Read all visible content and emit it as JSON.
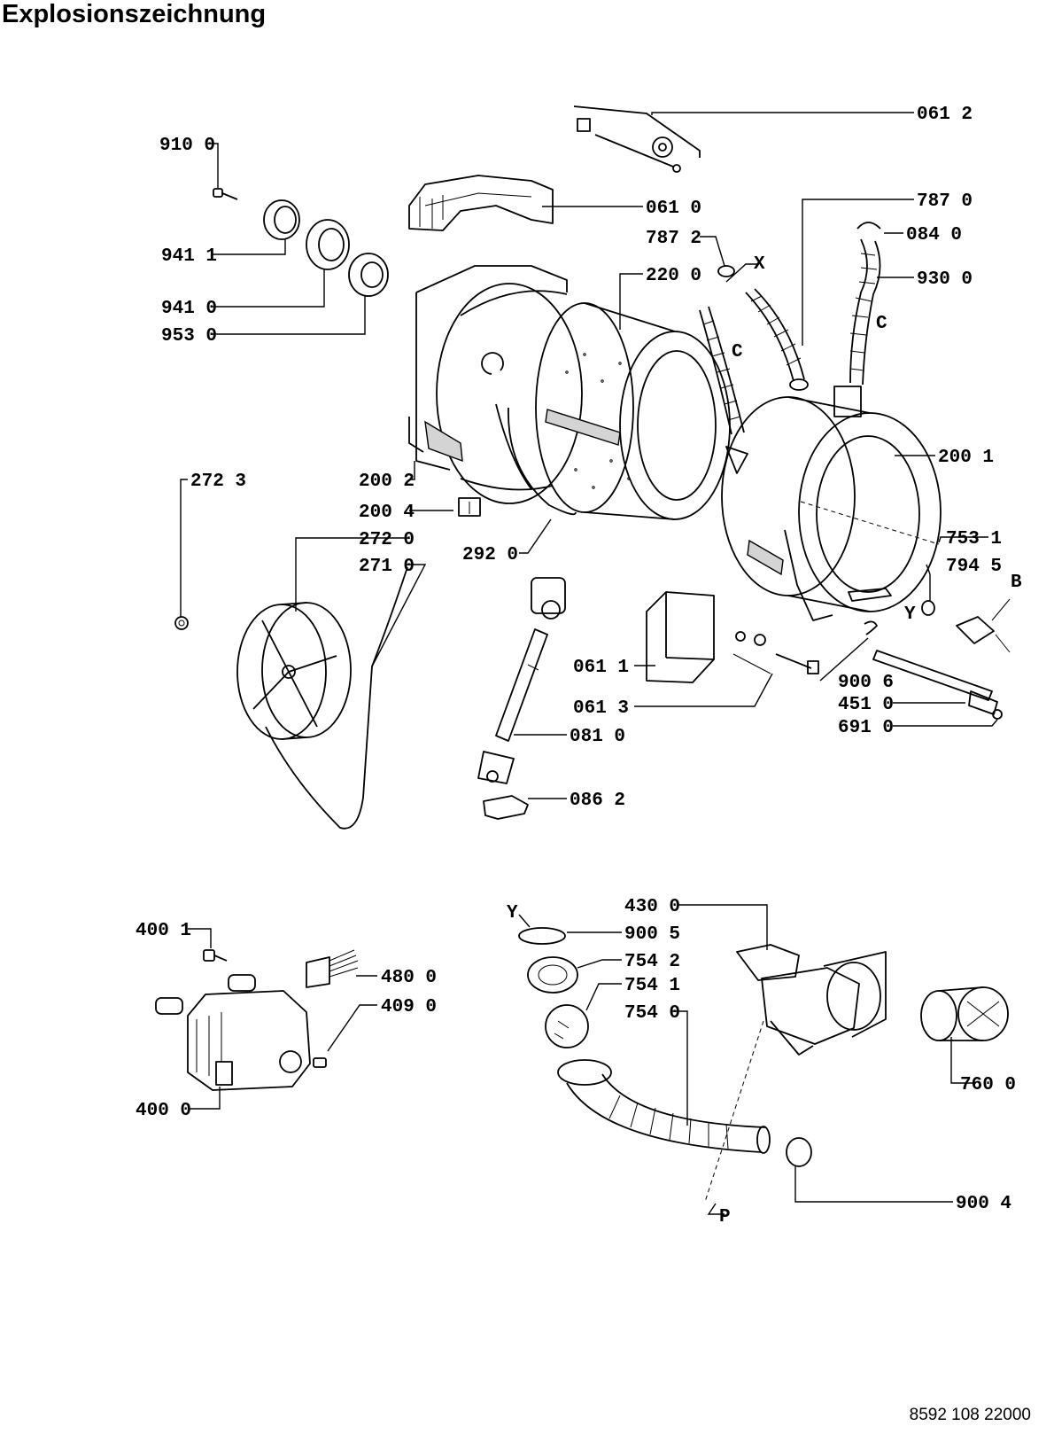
{
  "title": "Explosionszeichnung",
  "document_number": "8592 108 22000",
  "part_labels": {
    "p0612": "061 2",
    "p9100": "910 0",
    "p0610": "061 0",
    "p7870": "787 0",
    "p7872": "787 2",
    "p0840": "084 0",
    "p9411": "941 1",
    "p2200": "220 0",
    "p9300": "930 0",
    "p9410": "941 0",
    "p9530": "953 0",
    "p2001": "200 1",
    "p2723": "272 3",
    "p2002": "200 2",
    "p2004": "200 4",
    "p2720": "272 0",
    "p2710": "271 0",
    "p2920": "292 0",
    "p7531": "753 1",
    "p7945": "794 5",
    "p0611": "061 1",
    "p9006": "900 6",
    "p0613": "061 3",
    "p4510": "451 0",
    "p6910": "691 0",
    "p0810": "081 0",
    "p0862": "086 2",
    "p4300": "430 0",
    "p4001": "400 1",
    "p9005": "900 5",
    "p7542": "754 2",
    "p4800": "480 0",
    "p7541": "754 1",
    "p4090": "409 0",
    "p7540": "754 0",
    "p4000": "400 0",
    "p7600": "760 0",
    "p9004": "900 4"
  },
  "markers": {
    "x": "X",
    "c1": "C",
    "c2": "C",
    "y1": "Y",
    "y2": "Y",
    "b": "B",
    "p": "P"
  }
}
